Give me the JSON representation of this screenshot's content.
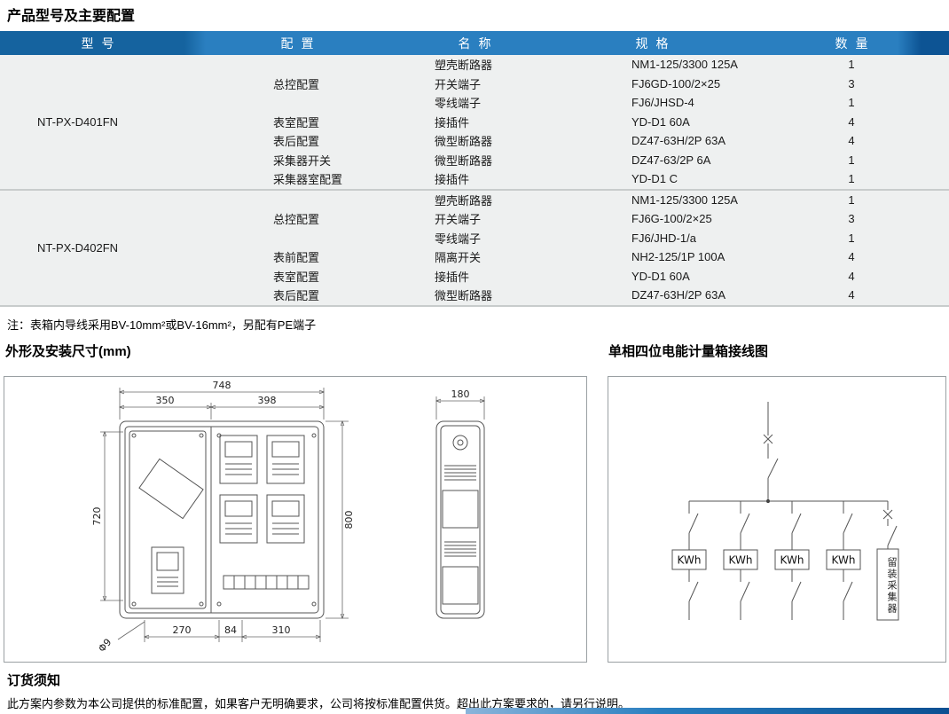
{
  "page": {
    "title": "产品型号及主要配置",
    "note": "注：表箱内导线采用BV-10mm²或BV-16mm²，另配有PE端子",
    "ordering": {
      "title": "订货须知",
      "text": "此方案内参数为本公司提供的标准配置，如果客户无明确要求，公司将按标准配置供货。超出此方案要求的，请另行说明。"
    }
  },
  "table": {
    "headers": {
      "model": "型号",
      "config": "配置",
      "name": "名称",
      "spec": "规格",
      "qty": "数量"
    },
    "groups": [
      {
        "model": "NT-PX-D401FN",
        "sections": [
          {
            "config": "总控配置",
            "items": [
              {
                "name": "塑壳断路器",
                "spec": "NM1-125/3300 125A",
                "qty": "1"
              },
              {
                "name": "开关端子",
                "spec": "FJ6GD-100/2×25",
                "qty": "3"
              },
              {
                "name": "零线端子",
                "spec": "FJ6/JHSD-4",
                "qty": "1"
              }
            ]
          },
          {
            "config": "表室配置",
            "items": [
              {
                "name": "接插件",
                "spec": "YD-D1 60A",
                "qty": "4"
              }
            ]
          },
          {
            "config": "表后配置",
            "items": [
              {
                "name": "微型断路器",
                "spec": "DZ47-63H/2P 63A",
                "qty": "4"
              }
            ]
          },
          {
            "config": "采集器开关",
            "items": [
              {
                "name": "微型断路器",
                "spec": "DZ47-63/2P 6A",
                "qty": "1"
              }
            ]
          },
          {
            "config": "采集器室配置",
            "items": [
              {
                "name": "接插件",
                "spec": "YD-D1 C",
                "qty": "1"
              }
            ]
          }
        ]
      },
      {
        "model": "NT-PX-D402FN",
        "sections": [
          {
            "config": "总控配置",
            "items": [
              {
                "name": "塑壳断路器",
                "spec": "NM1-125/3300 125A",
                "qty": "1"
              },
              {
                "name": "开关端子",
                "spec": "FJ6G-100/2×25",
                "qty": "3"
              },
              {
                "name": "零线端子",
                "spec": "FJ6/JHD-1/a",
                "qty": "1"
              }
            ]
          },
          {
            "config": "表前配置",
            "items": [
              {
                "name": "隔离开关",
                "spec": "NH2-125/1P 100A",
                "qty": "4"
              }
            ]
          },
          {
            "config": "表室配置",
            "items": [
              {
                "name": "接插件",
                "spec": "YD-D1 60A",
                "qty": "4"
              }
            ]
          },
          {
            "config": "表后配置",
            "items": [
              {
                "name": "微型断路器",
                "spec": "DZ47-63H/2P 63A",
                "qty": "4"
              }
            ]
          }
        ]
      }
    ]
  },
  "drawings": {
    "dimensions_title": "外形及安装尺寸(mm)",
    "dims": {
      "total_width": "748",
      "left_width": "350",
      "right_width": "398",
      "inner_height": "720",
      "total_height": "800",
      "bottom_left": "270",
      "bottom_mid": "84",
      "bottom_right": "310",
      "hole_dia": "Φ9",
      "side_depth": "180"
    }
  },
  "wiring": {
    "title": "单相四位电能计量箱接线图",
    "meters": [
      "KWh",
      "KWh",
      "KWh",
      "KWh"
    ],
    "collector_label": "留装采集器"
  },
  "colors": {
    "header_blue": "#2a7fc0",
    "header_dark_left": "#15639f",
    "header_dark_right": "#0d5494",
    "body_row_bg": "#eef0f0",
    "accent_bar_dark": "#0b4f92"
  }
}
